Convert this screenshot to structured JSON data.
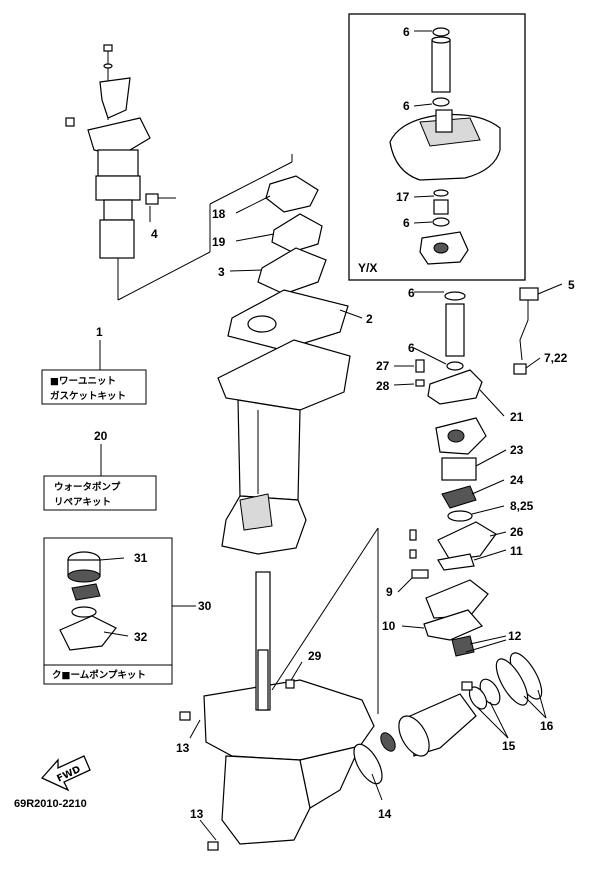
{
  "diagram_code": "69R2010-2210",
  "fwd_label": "FWD",
  "yx_label": "Y/X",
  "kits": {
    "gasket_kit": {
      "number": "1",
      "line1": "■ワーユニット",
      "line2": "ガスケットキット"
    },
    "pump_kit": {
      "number": "20",
      "line1": "ウォータポンプ",
      "line2": "リペアキット"
    },
    "cr_pump_kit": {
      "number": "30",
      "label": "ク■ームポンプキット"
    }
  },
  "callouts": [
    "6",
    "6",
    "17",
    "6",
    "4",
    "18",
    "19",
    "3",
    "2",
    "5",
    "6",
    "6",
    "27",
    "7,22",
    "28",
    "21",
    "23",
    "24",
    "8,25",
    "26",
    "11",
    "9",
    "10",
    "12",
    "31",
    "32",
    "29",
    "16",
    "13",
    "15",
    "14",
    "13"
  ]
}
